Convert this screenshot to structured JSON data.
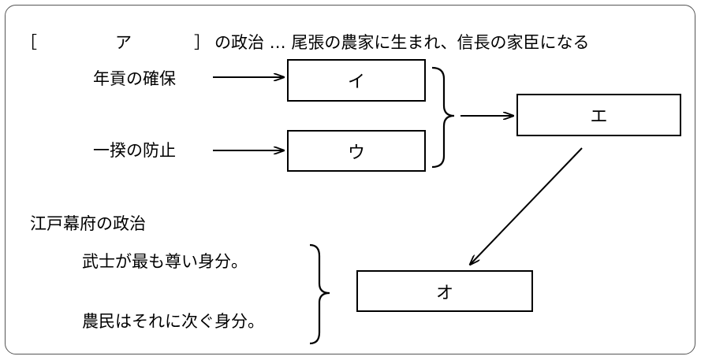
{
  "header": {
    "bracket_open": "［",
    "blank_a": "ア",
    "bracket_close": "］",
    "suffix": "の政治 … 尾張の農家に生まれ、信長の家臣になる"
  },
  "inputs": {
    "tax": "年貢の確保",
    "riot": "一揆の防止"
  },
  "boxes": {
    "i": "イ",
    "u": "ウ",
    "e": "エ",
    "o": "オ"
  },
  "edo": {
    "heading": "江戸幕府の政治",
    "line1": "武士が最も尊い身分。",
    "line2": "農民はそれに次ぐ身分。"
  }
}
